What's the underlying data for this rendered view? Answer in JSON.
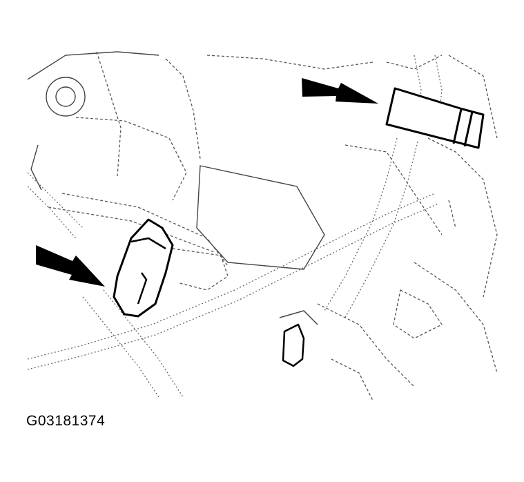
{
  "figure": {
    "type": "technical line illustration",
    "subject": "engine wiring harness with two connectors / sensors highlighted by arrows",
    "callouts": [
      {
        "id": "arrow-upper-right",
        "points_to": "rectangular harness connector"
      },
      {
        "id": "arrow-lower-left",
        "points_to": "sensor connector"
      }
    ],
    "colors": {
      "line": "#000000",
      "background": "#ffffff"
    }
  },
  "caption": {
    "code": "G03181374"
  }
}
